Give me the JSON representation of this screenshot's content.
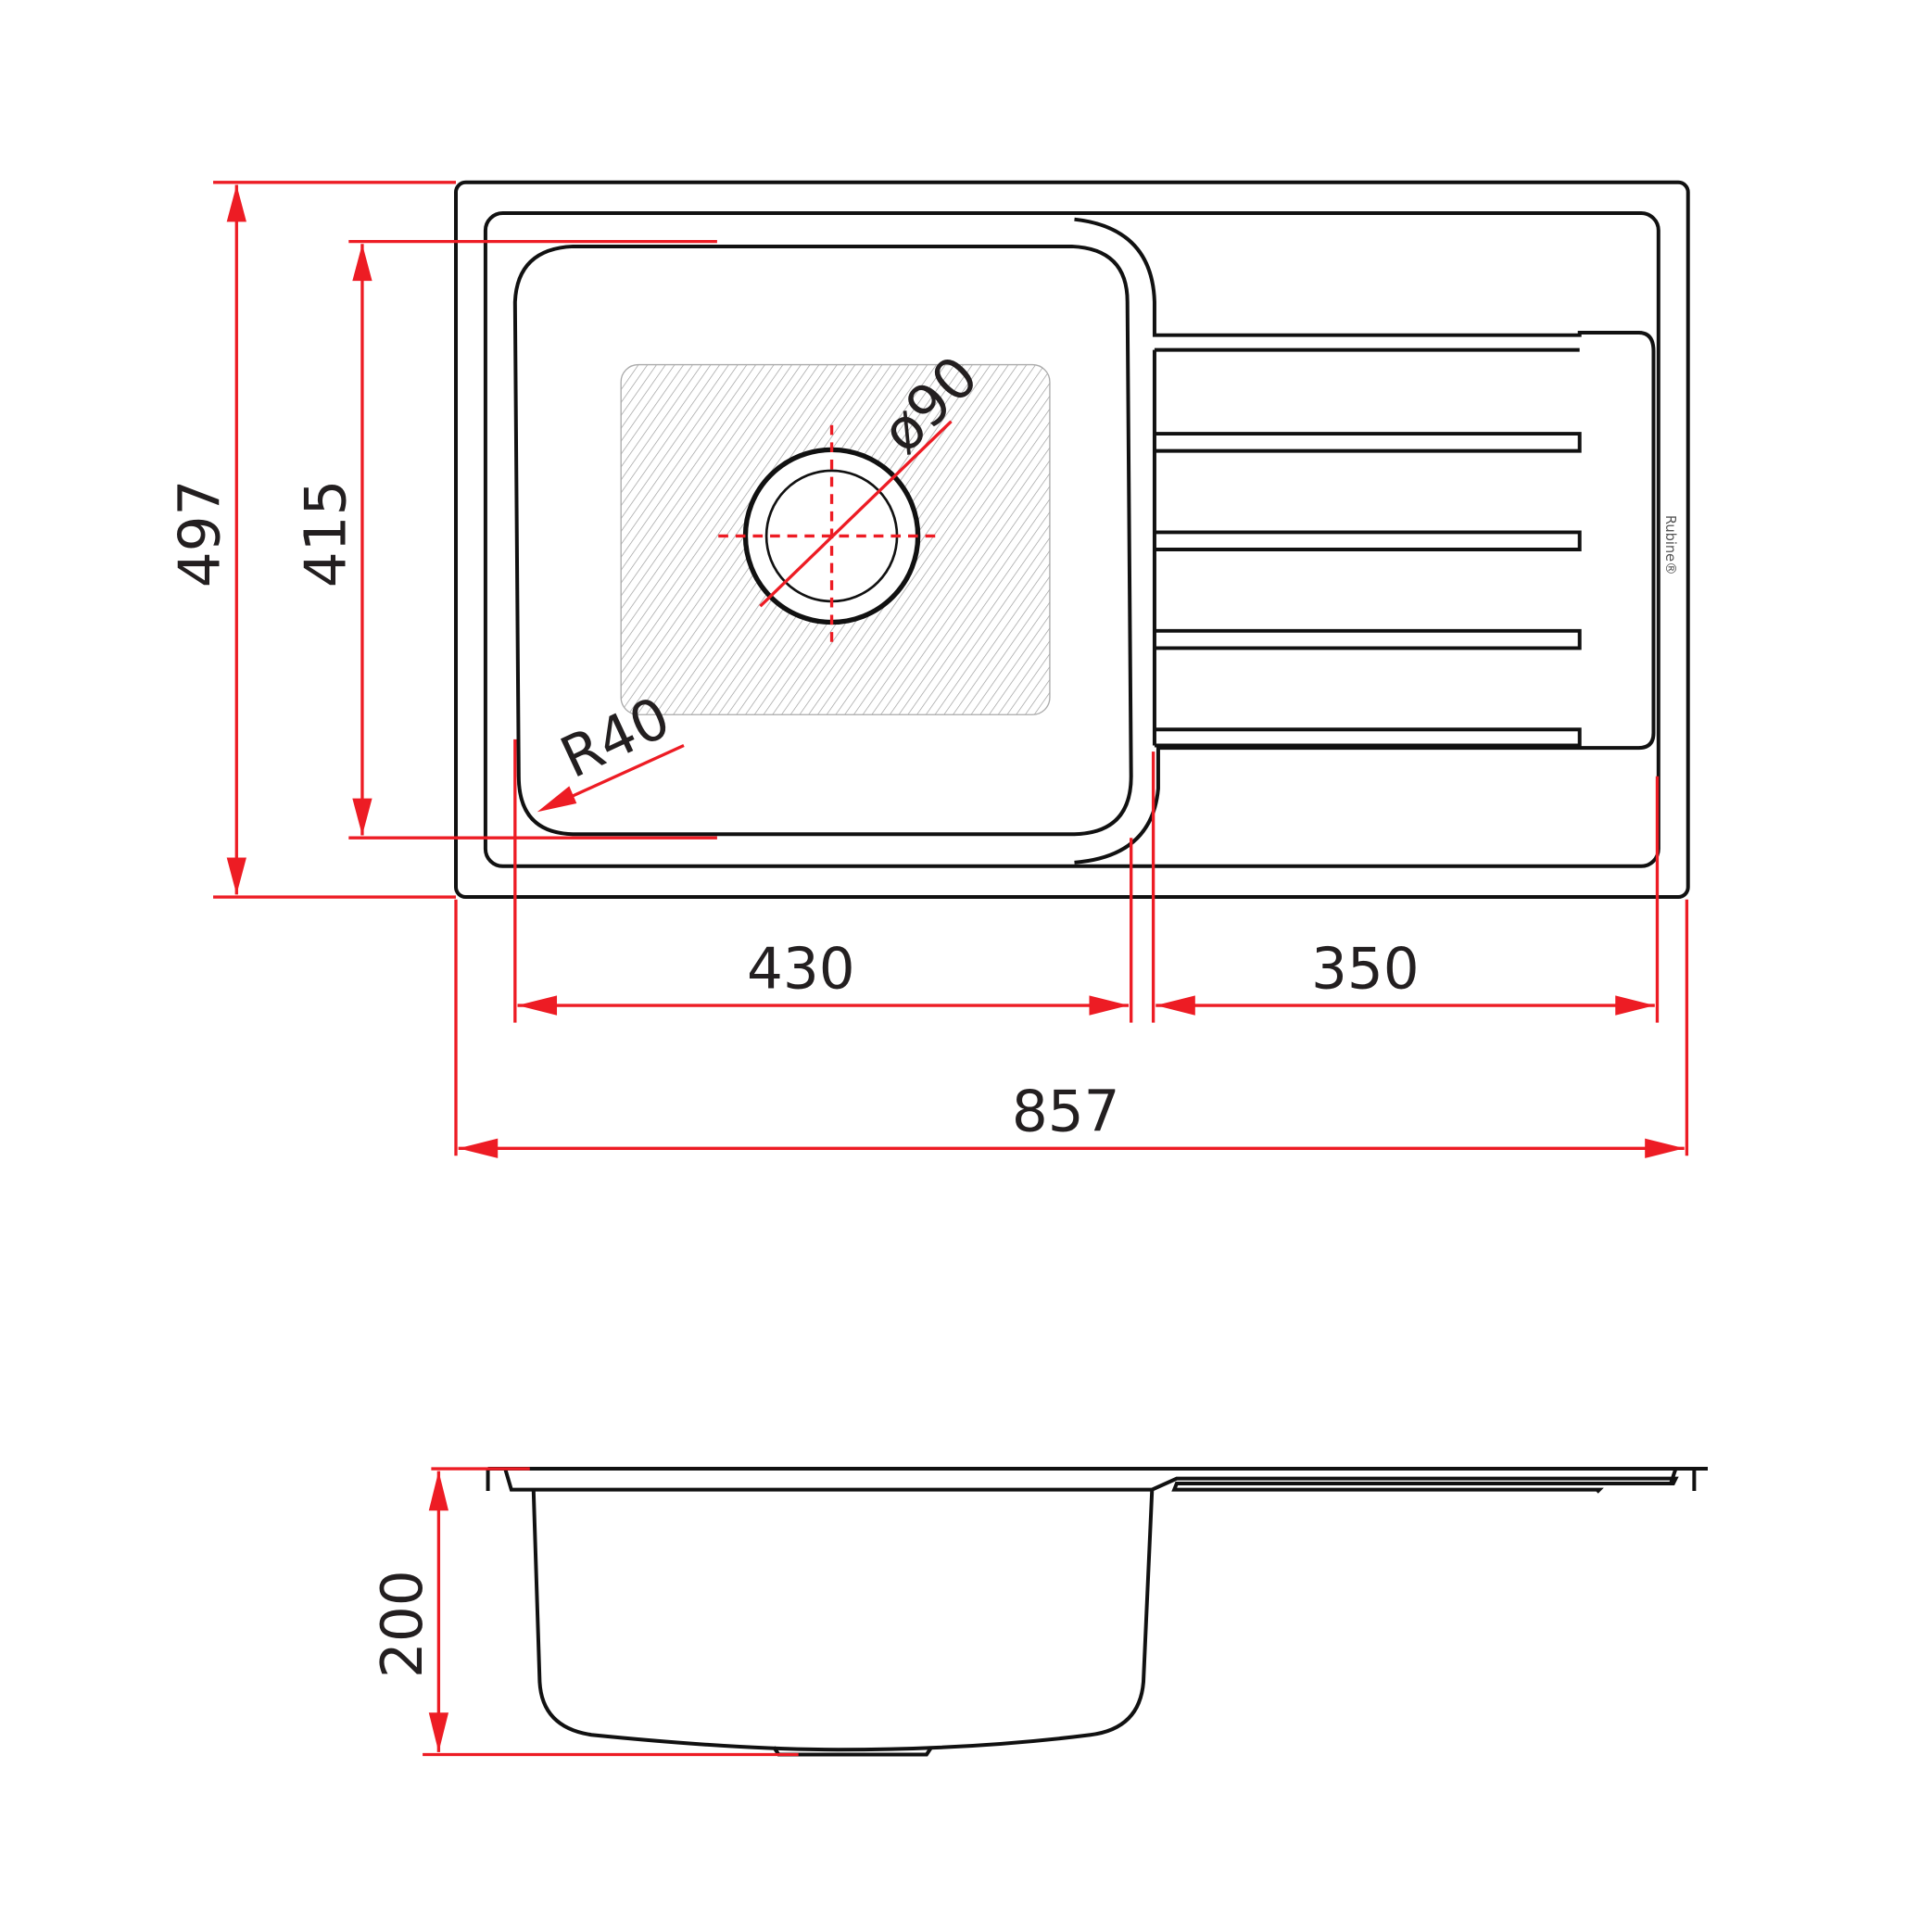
{
  "dimensions": {
    "overall_depth": "497",
    "bowl_depth": "415",
    "bowl_width": "430",
    "drainer_width": "350",
    "overall_width": "857",
    "bowl_height": "200",
    "corner_radius": "R40",
    "drain_diameter": "ø90"
  },
  "logo": "Rubine®",
  "colors": {
    "dimension": "#ed1c24",
    "outline": "#111111"
  }
}
